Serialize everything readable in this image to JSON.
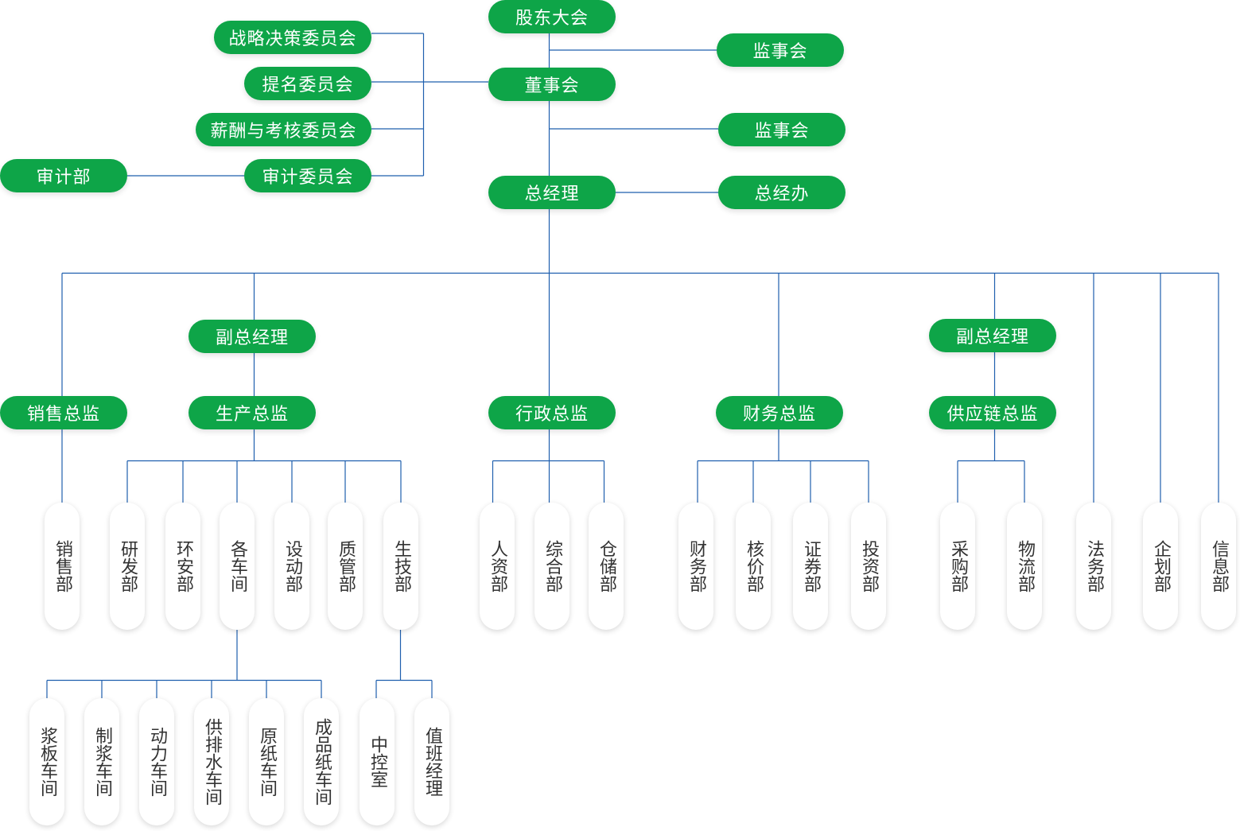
{
  "colors": {
    "node_fill": "#0ea548",
    "line": "#1f5fae",
    "vertical_text": "#333333",
    "background": "#ffffff"
  },
  "nodes": {
    "shareholders_meeting": "股东大会",
    "supervisory_board_1": "监事会",
    "board_of_directors": "董事会",
    "supervisory_board_2": "监事会",
    "strategy_committee": "战略决策委员会",
    "nomination_committee": "提名委员会",
    "compensation_committee": "薪酬与考核委员会",
    "audit_committee": "审计委员会",
    "audit_department": "审计部",
    "general_manager": "总经理",
    "gm_office": "总经办",
    "deputy_gm_left": "副总经理",
    "deputy_gm_right": "副总经理",
    "sales_director": "销售总监",
    "production_director": "生产总监",
    "admin_director": "行政总监",
    "finance_director": "财务总监",
    "supply_chain_director": "供应链总监",
    "sales_dept": "销售部",
    "rnd_dept": "研发部",
    "environment_dept": "环安部",
    "workshops": "各车间",
    "equipment_dept": "设动部",
    "quality_dept": "质管部",
    "production_tech_dept": "生技部",
    "hr_dept": "人资部",
    "general_affairs_dept": "综合部",
    "warehouse_dept": "仓储部",
    "finance_dept": "财务部",
    "pricing_dept": "核价部",
    "securities_dept": "证券部",
    "investment_dept": "投资部",
    "purchasing_dept": "采购部",
    "logistics_dept": "物流部",
    "legal_dept": "法务部",
    "planning_dept": "企划部",
    "information_dept": "信息部",
    "pulp_board_workshop": "浆板车间",
    "pulping_workshop": "制浆车间",
    "power_workshop": "动力车间",
    "water_supply_workshop": "供排水车间",
    "base_paper_workshop": "原纸车间",
    "finished_paper_workshop": "成品纸车间",
    "central_control_room": "中控室",
    "duty_manager": "值班经理"
  }
}
